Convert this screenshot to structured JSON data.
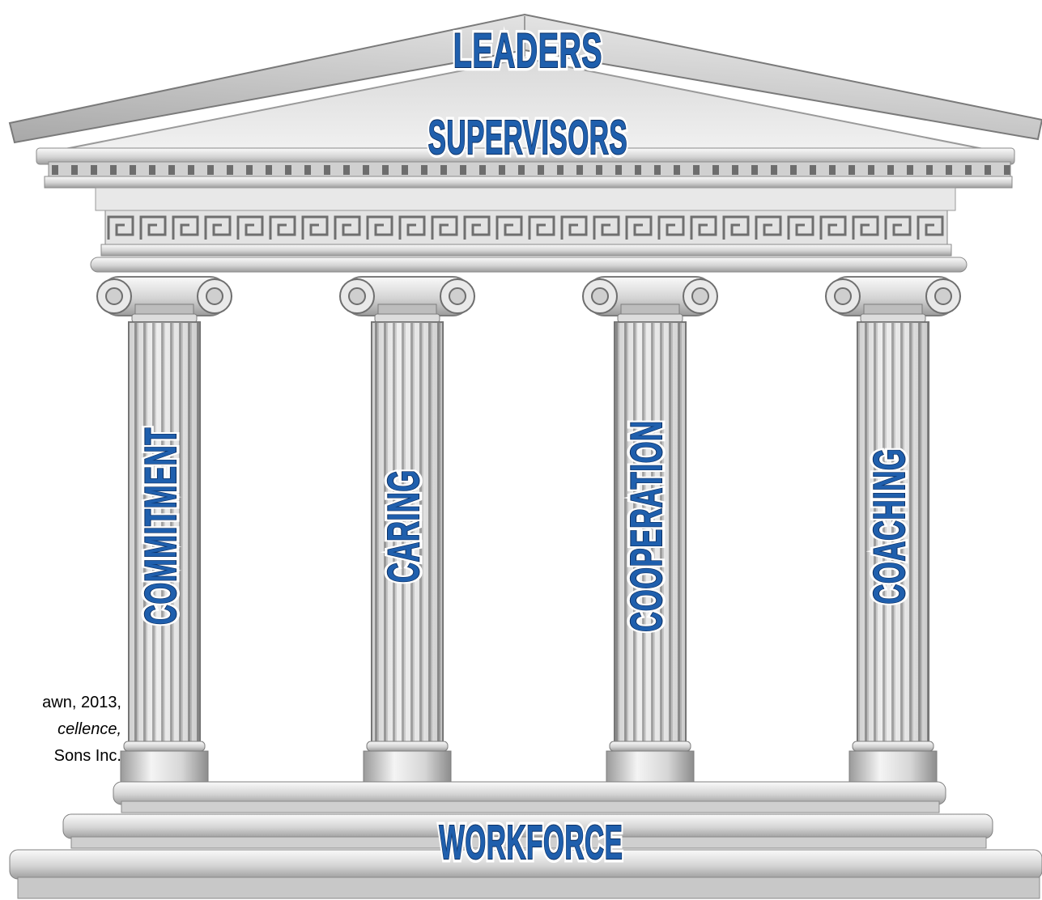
{
  "roof": {
    "top_label": "LEADERS",
    "middle_label": "SUPERVISORS"
  },
  "pillars": [
    {
      "label": "COMMITMENT"
    },
    {
      "label": "CARING"
    },
    {
      "label": "COOPERATION"
    },
    {
      "label": "COACHING"
    }
  ],
  "base": {
    "label": "WORKFORCE"
  },
  "citation": {
    "line1": "awn, 2013,",
    "line2": "cellence,",
    "line3": "Sons Inc."
  },
  "colors": {
    "label_fill": "#1f5fad",
    "label_outline": "#0b2f63",
    "stone_light": "#f2f2f2",
    "stone_mid": "#c9c9c9",
    "stone_dark": "#8a8a8a"
  }
}
